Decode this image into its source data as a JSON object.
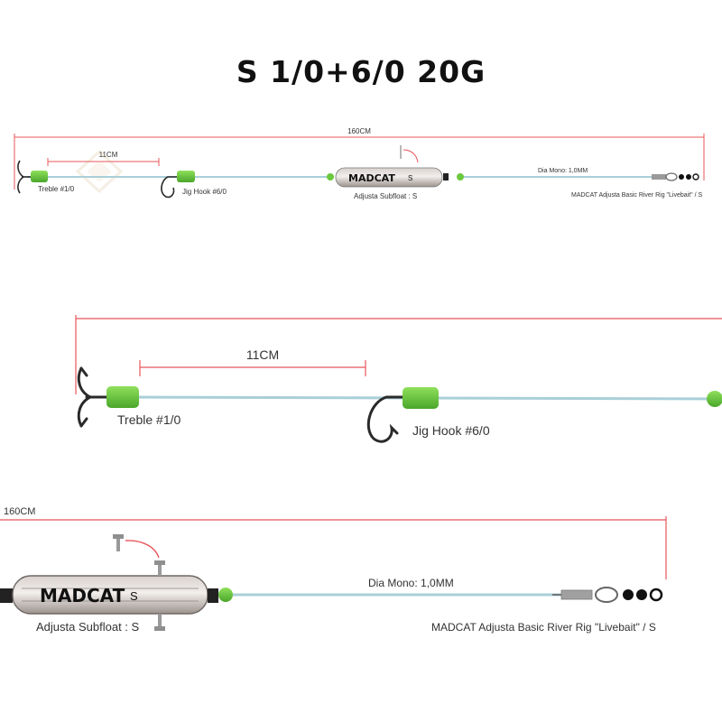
{
  "title": "S 1/0+6/0 20G",
  "overview": {
    "total_length": "160CM",
    "hook_spacing": "11CM",
    "treble_label": "Treble #1/0",
    "jig_label": "Jig Hook #6/0",
    "float_label": "Adjusta Subfloat : S",
    "float_brand": "MADCAT",
    "float_size": "S",
    "mono_label": "Dia Mono: 1,0MM",
    "rig_label": "MADCAT Adjusta Basic River Rig \"Livebait\" / S"
  },
  "detail_hooks": {
    "hook_spacing": "11CM",
    "treble_label": "Treble #1/0",
    "jig_label": "Jig Hook #6/0"
  },
  "detail_float": {
    "total_length": "160CM",
    "float_label": "Adjusta Subfloat : S",
    "float_brand": "MADCAT",
    "float_size": "S",
    "mono_label": "Dia Mono: 1,0MM",
    "rig_label": "MADCAT Adjusta Basic River Rig \"Livebait\" / S"
  },
  "colors": {
    "line": "#a9cfd8",
    "dimension": "#e8555a",
    "bead": "#6cc83c",
    "float_body": "#b8b0ac",
    "hook": "#2a2a2a"
  }
}
